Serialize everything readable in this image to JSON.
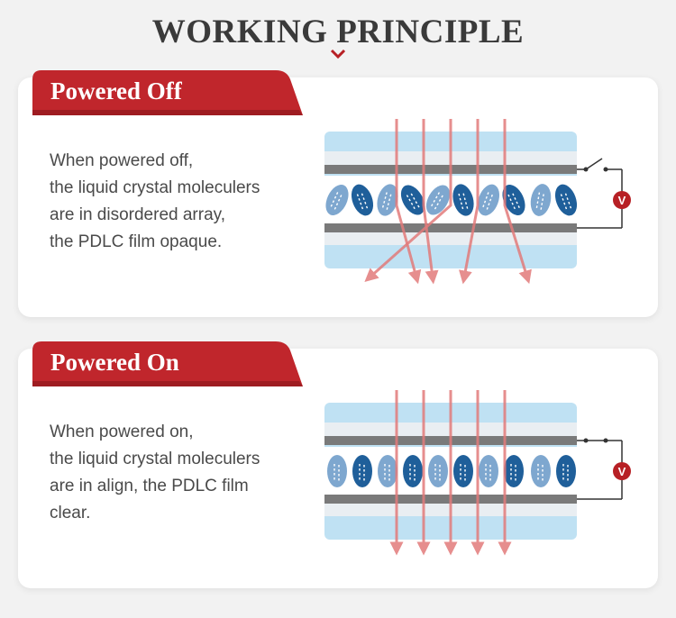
{
  "page": {
    "title": "WORKING PRINCIPLE"
  },
  "colors": {
    "brand_red": "#b72025",
    "tab_red": "#c0262c",
    "glass_blue": "#bfe1f3",
    "electrode_gray": "#7a7a7a",
    "crystal_light": "#7ea7cf",
    "crystal_dark": "#1f5f9a",
    "light_ray": "#e27b7b",
    "circuit_line": "#333333"
  },
  "panels": [
    {
      "id": "off",
      "heading": "Powered Off",
      "lines": [
        "When powered off,",
        "the liquid crystal moleculers",
        "are in disordered array,",
        "the PDLC film opaque."
      ],
      "crystal_state": "disordered",
      "switch_state": "open",
      "meter_label": "V"
    },
    {
      "id": "on",
      "heading": "Powered On",
      "lines": [
        "When powered on,",
        "the liquid crystal moleculers",
        "are in align, the PDLC film",
        "clear."
      ],
      "crystal_state": "aligned",
      "switch_state": "closed",
      "meter_label": "V"
    }
  ]
}
